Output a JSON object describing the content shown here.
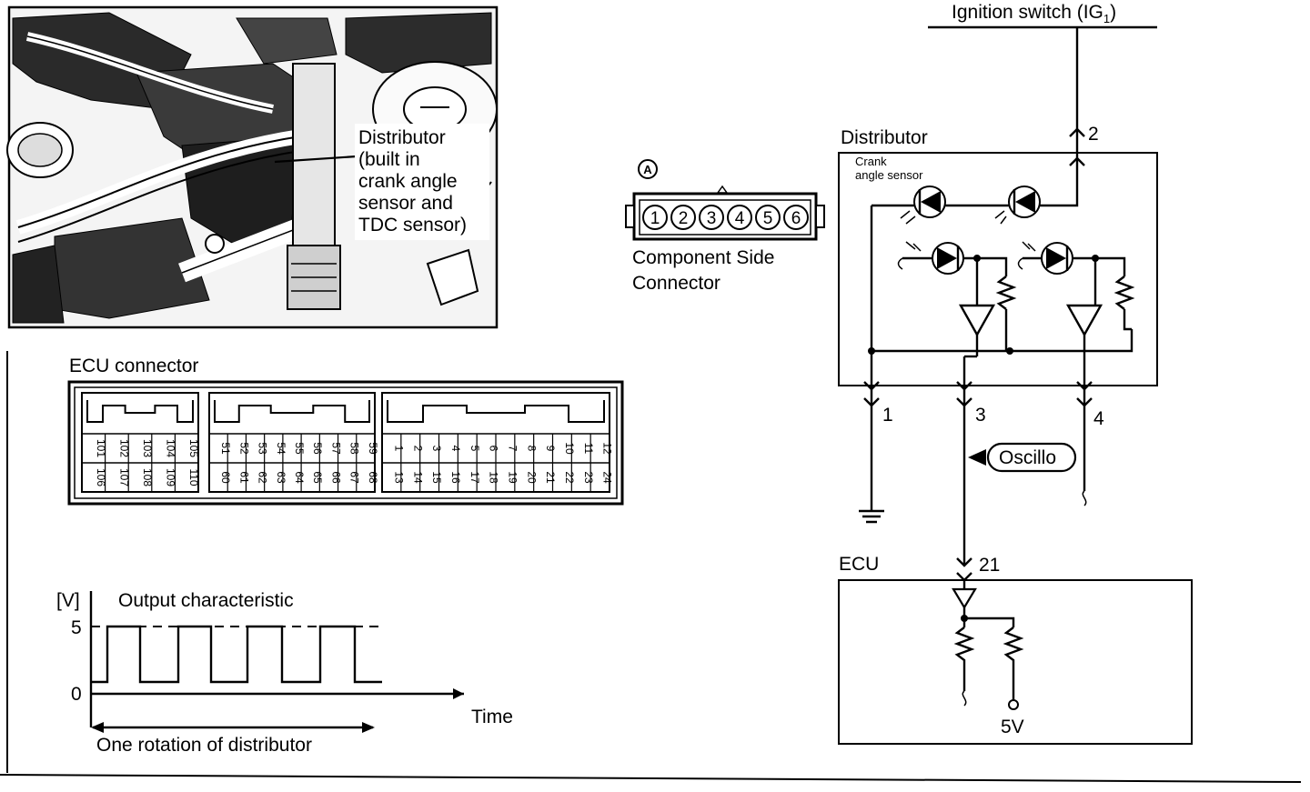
{
  "photo": {
    "callout": [
      "Distributor",
      "(built in",
      "crank angle",
      "sensor and",
      "TDC sensor)"
    ]
  },
  "connector_a": {
    "marker": "A",
    "pins": [
      "1",
      "2",
      "3",
      "4",
      "5",
      "6"
    ],
    "caption": [
      "Component Side",
      "Connector"
    ]
  },
  "ecu_connector": {
    "title": "ECU connector",
    "block1": {
      "top": [
        "101",
        "102",
        "103",
        "104",
        "105"
      ],
      "bottom": [
        "106",
        "107",
        "108",
        "109",
        "110"
      ]
    },
    "block2": {
      "top": [
        "51",
        "52",
        "53",
        "54",
        "55",
        "56",
        "57",
        "58",
        "59"
      ],
      "bottom": [
        "60",
        "61",
        "62",
        "63",
        "64",
        "65",
        "66",
        "67",
        "68"
      ]
    },
    "block3": {
      "top": [
        "1",
        "2",
        "3",
        "4",
        "5",
        "6",
        "7",
        "8",
        "9",
        "10",
        "11",
        "12"
      ],
      "bottom": [
        "13",
        "14",
        "15",
        "16",
        "17",
        "18",
        "19",
        "20",
        "21",
        "22",
        "23",
        "24"
      ]
    }
  },
  "output_chart": {
    "title": "Output characteristic",
    "y_unit": "[V]",
    "y_ticks": [
      "5",
      "0"
    ],
    "x_label": "Time",
    "span_label": "One rotation of distributor"
  },
  "circuit": {
    "ignition_label": "Ignition switch (IG",
    "ignition_sub": "1",
    "ignition_close": ")",
    "distributor_label": "Distributor",
    "crank_label": [
      "Crank",
      "angle sensor"
    ],
    "terminals": [
      "2",
      "1",
      "3",
      "4",
      "21"
    ],
    "oscillo_label": "Oscillo",
    "ecu_label": "ECU",
    "supply_label": "5V"
  }
}
